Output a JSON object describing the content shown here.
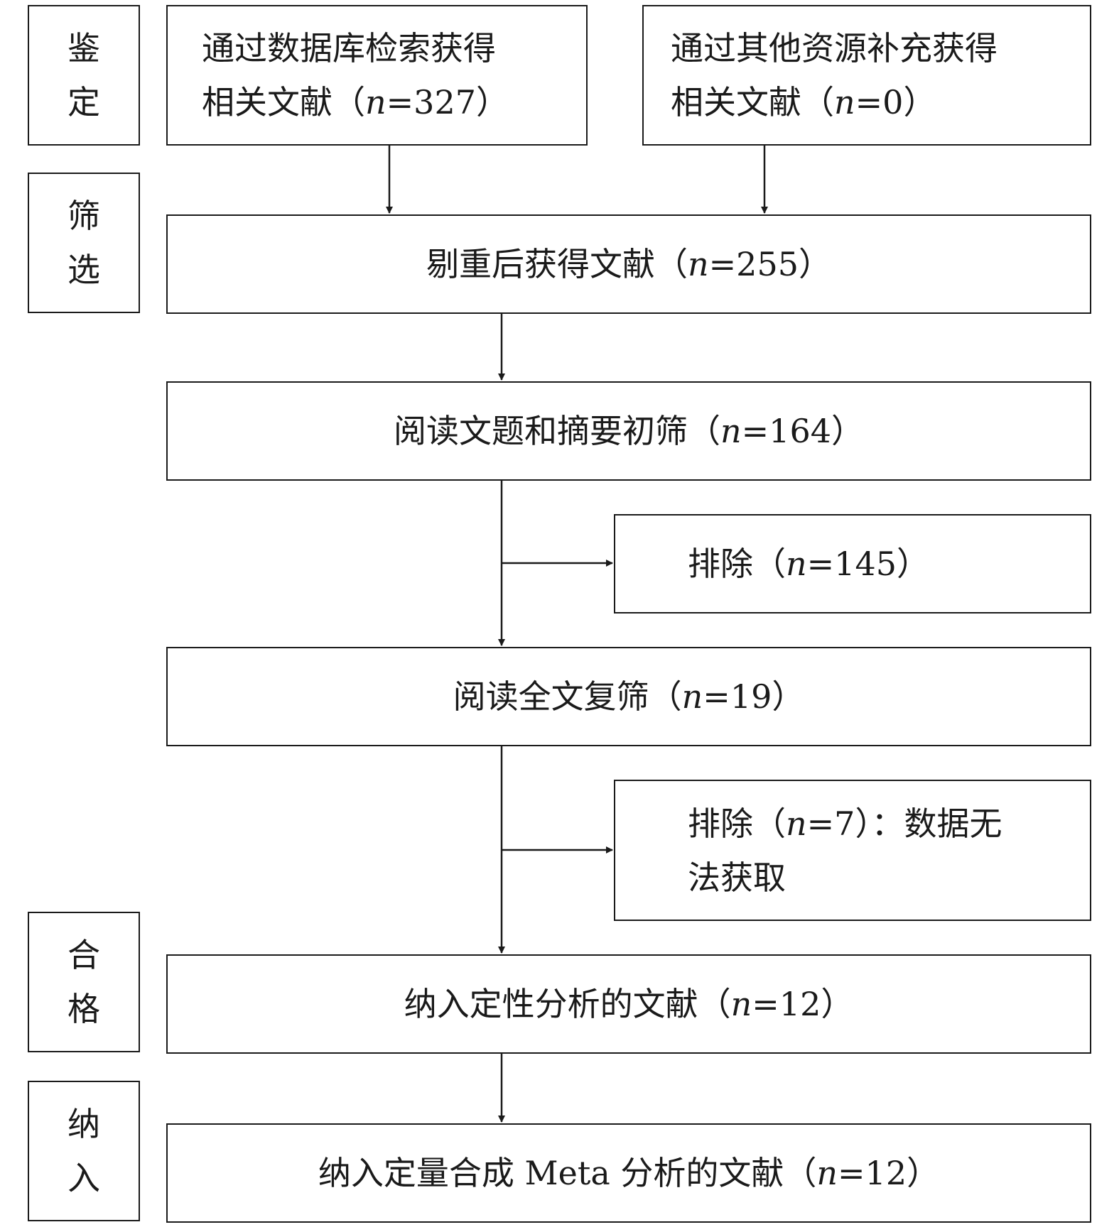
{
  "stages": [
    {
      "id": "identification",
      "chars": [
        "鉴",
        "定"
      ]
    },
    {
      "id": "screening",
      "chars": [
        "筛",
        "选"
      ]
    },
    {
      "id": "eligibility",
      "chars": [
        "合",
        "格"
      ]
    },
    {
      "id": "included",
      "chars": [
        "纳",
        "入"
      ]
    }
  ],
  "nodes": {
    "database": {
      "line1": "通过数据库检索获得",
      "line2_pre": "相关文献（",
      "n_var": "n",
      "line2_val": "=327）"
    },
    "other": {
      "line1": "通过其他资源补充获得",
      "line2_pre": "相关文献（",
      "n_var": "n",
      "line2_val": "=0）"
    },
    "dedup": {
      "pre": "剔重后获得文献（",
      "n_var": "n",
      "val": "=255）"
    },
    "title_abstract": {
      "pre": "阅读文题和摘要初筛（",
      "n_var": "n",
      "val": "=164）"
    },
    "exclude1": {
      "pre": "排除（",
      "n_var": "n",
      "val": "=145）"
    },
    "fulltext": {
      "pre": "阅读全文复筛（",
      "n_var": "n",
      "val": "=19）"
    },
    "exclude2": {
      "pre": "排除（",
      "n_var": "n",
      "val": "=7）：数据无",
      "line2": "法获取"
    },
    "qualitative": {
      "pre": "纳入定性分析的文献（",
      "n_var": "n",
      "val": "=12）"
    },
    "meta": {
      "pre": "纳入定量合成 Meta 分析的文献（",
      "n_var": "n",
      "val": "=12）"
    }
  }
}
